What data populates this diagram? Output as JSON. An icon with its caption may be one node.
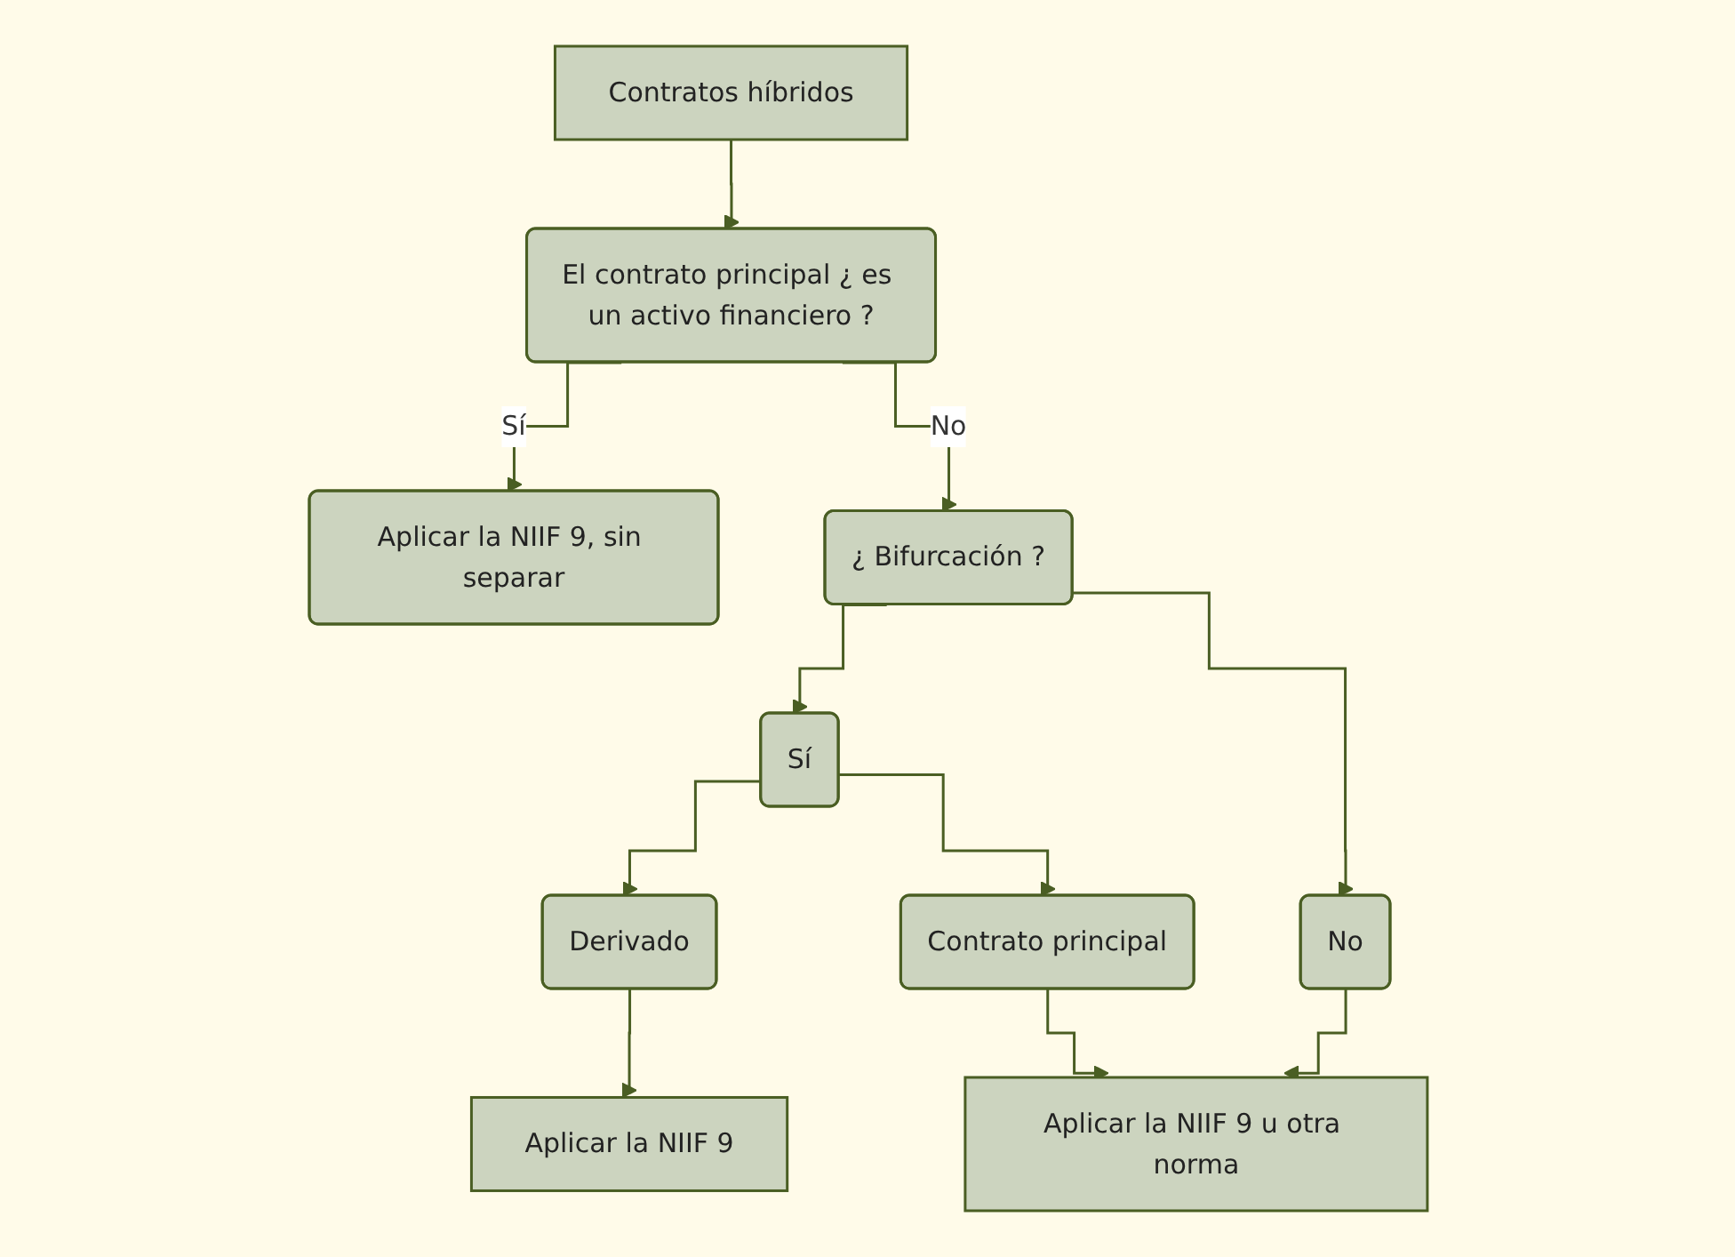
{
  "diagram": {
    "nodes": [
      {
        "text": [
          "Contratos híbridos"
        ]
      },
      {
        "text": [
          "El contrato principal ¿ es un activo financiero ?"
        ]
      },
      {
        "text": [
          "Aplicar la NIIF 9, sin separar"
        ]
      },
      {
        "text": [
          "¿ Bifurcación ?"
        ]
      },
      {
        "text": [
          "Sí"
        ]
      },
      {
        "text": [
          "No"
        ]
      },
      {
        "text": [
          "Derivado"
        ]
      },
      {
        "text": [
          "Contrato principal"
        ]
      },
      {
        "text": [
          "Aplicar la NIIF 9"
        ]
      },
      {
        "text": [
          "Aplicar la NIIF 9 u otra norma"
        ]
      }
    ],
    "edges": [
      {
        "from": 0,
        "to": 1,
        "arrow": "to"
      },
      {
        "from": 1,
        "to": 2,
        "arrow": "to",
        "label": "Sí"
      },
      {
        "from": 1,
        "to": 3,
        "arrow": "to",
        "label": "No"
      },
      {
        "from": 3,
        "to": 4,
        "arrow": "to"
      },
      {
        "from": 3,
        "to": 5,
        "arrow": "to"
      },
      {
        "from": 4,
        "to": 6,
        "arrow": "to"
      },
      {
        "from": 4,
        "to": 7,
        "arrow": "to"
      },
      {
        "from": 6,
        "to": 8,
        "arrow": "to"
      },
      {
        "from": 7,
        "to": 9,
        "arrow": "to"
      },
      {
        "from": 5,
        "to": 9,
        "arrow": "to"
      }
    ]
  }
}
